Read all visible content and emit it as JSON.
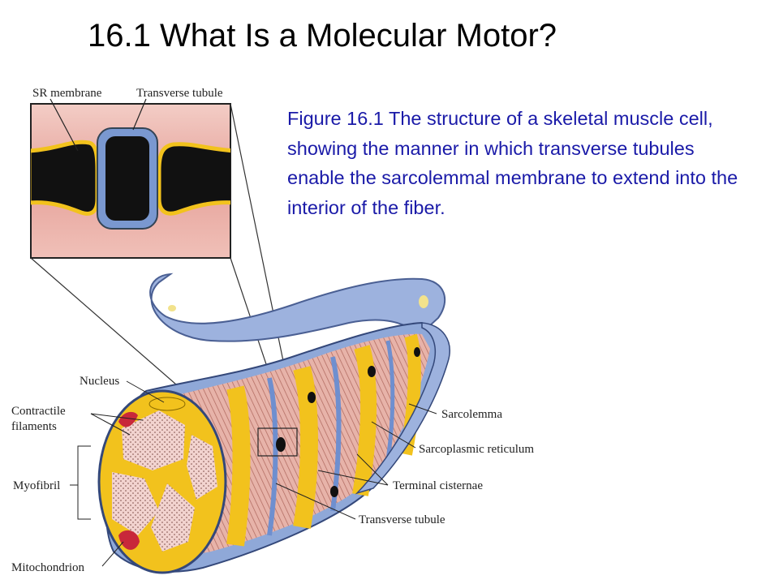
{
  "slide": {
    "title": "16.1 What Is a Molecular Motor?",
    "caption": "Figure 16.1 The structure of a skeletal muscle cell, showing the manner in which transverse tubules enable the sarcolemmal membrane to extend into the interior of the fiber."
  },
  "figure": {
    "inset_labels": {
      "sr_membrane": "SR membrane",
      "transverse_tubule": "Transverse tubule"
    },
    "labels": {
      "nucleus": "Nucleus",
      "contractile_1": "Contractile",
      "contractile_2": "filaments",
      "myofibril": "Myofibril",
      "mitochondrion": "Mitochondrion",
      "sarcolemma": "Sarcolemma",
      "sarcoplasmic_reticulum": "Sarcoplasmic reticulum",
      "terminal_cisternae": "Terminal cisternae",
      "transverse_tubule": "Transverse tubule"
    },
    "colors": {
      "sarcolemma_blue": "#8fa8d8",
      "sr_yellow": "#f2c21d",
      "myofibril_pink": "#f2d3cf",
      "mitochondrion_red": "#c8283a",
      "inset_background": "#e6a8a0",
      "cisterna_black": "#111111"
    }
  }
}
